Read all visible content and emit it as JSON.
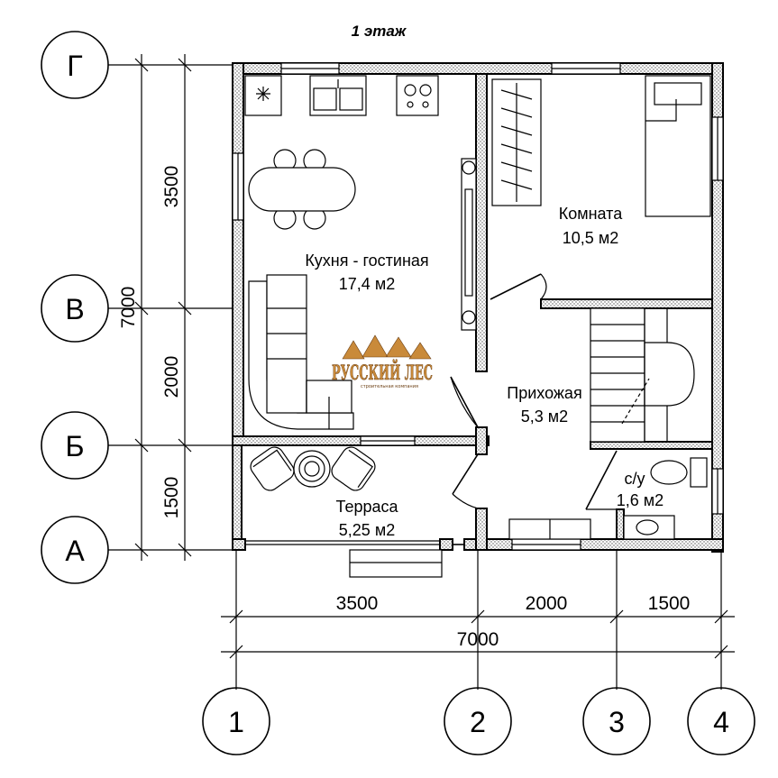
{
  "title": "1 этаж",
  "rooms": {
    "kitchen": {
      "name": "Кухня - гостиная",
      "area": "17,4 м2"
    },
    "room": {
      "name": "Комната",
      "area": "10,5 м2"
    },
    "hall": {
      "name": "Прихожая",
      "area": "5,3 м2"
    },
    "wc": {
      "name": "с/у",
      "area": "1,6 м2"
    },
    "terrace": {
      "name": "Терраса",
      "area": "5,25 м2"
    }
  },
  "axes": {
    "rows": [
      "Г",
      "В",
      "Б",
      "А"
    ],
    "cols": [
      "1",
      "2",
      "3",
      "4"
    ]
  },
  "dimensions": {
    "vertical": {
      "segments": [
        "3500",
        "2000",
        "1500"
      ],
      "total": "7000"
    },
    "horizontal": {
      "segments": [
        "3500",
        "2000",
        "1500"
      ],
      "total": "7000"
    }
  },
  "logo": {
    "text": "РУССКИЙ ЛЕС",
    "subtitle": "строительная компания"
  },
  "colors": {
    "logo": "#c98a3a",
    "logo_dark": "#6b3e12"
  }
}
